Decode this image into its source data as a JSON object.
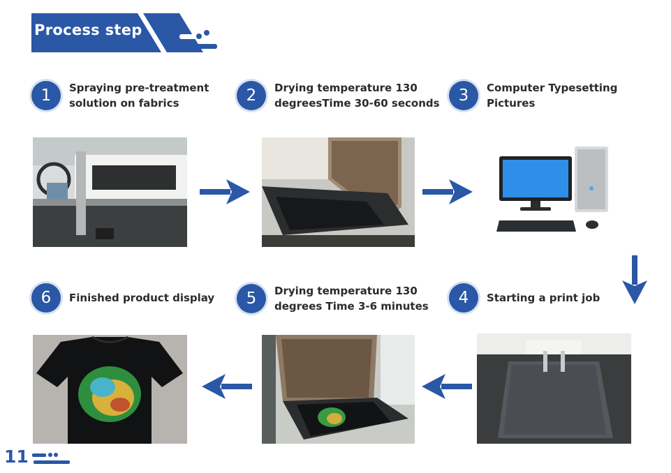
{
  "header": {
    "title": "Process step"
  },
  "steps": [
    {
      "number": "1",
      "line1": "Spraying pre-treatment",
      "line2": "solution on fabrics"
    },
    {
      "number": "2",
      "line1": "Drying temperature 130",
      "line2": "degreesTime 30-60 seconds"
    },
    {
      "number": "3",
      "line1": "Computer Typesetting",
      "line2": "Pictures"
    },
    {
      "number": "4",
      "line1": "Starting a print job"
    },
    {
      "number": "5",
      "line1": "Drying temperature 130",
      "line2": "degrees Time 3-6 minutes"
    },
    {
      "number": "6",
      "line1": "Finished product display"
    }
  ],
  "page_number": "11",
  "colors": {
    "brand_blue": "#2a57a6",
    "badge_ring": "#d7e1f1"
  },
  "icons": [
    "arrow-right-icon",
    "arrow-down-icon",
    "arrow-left-icon"
  ]
}
